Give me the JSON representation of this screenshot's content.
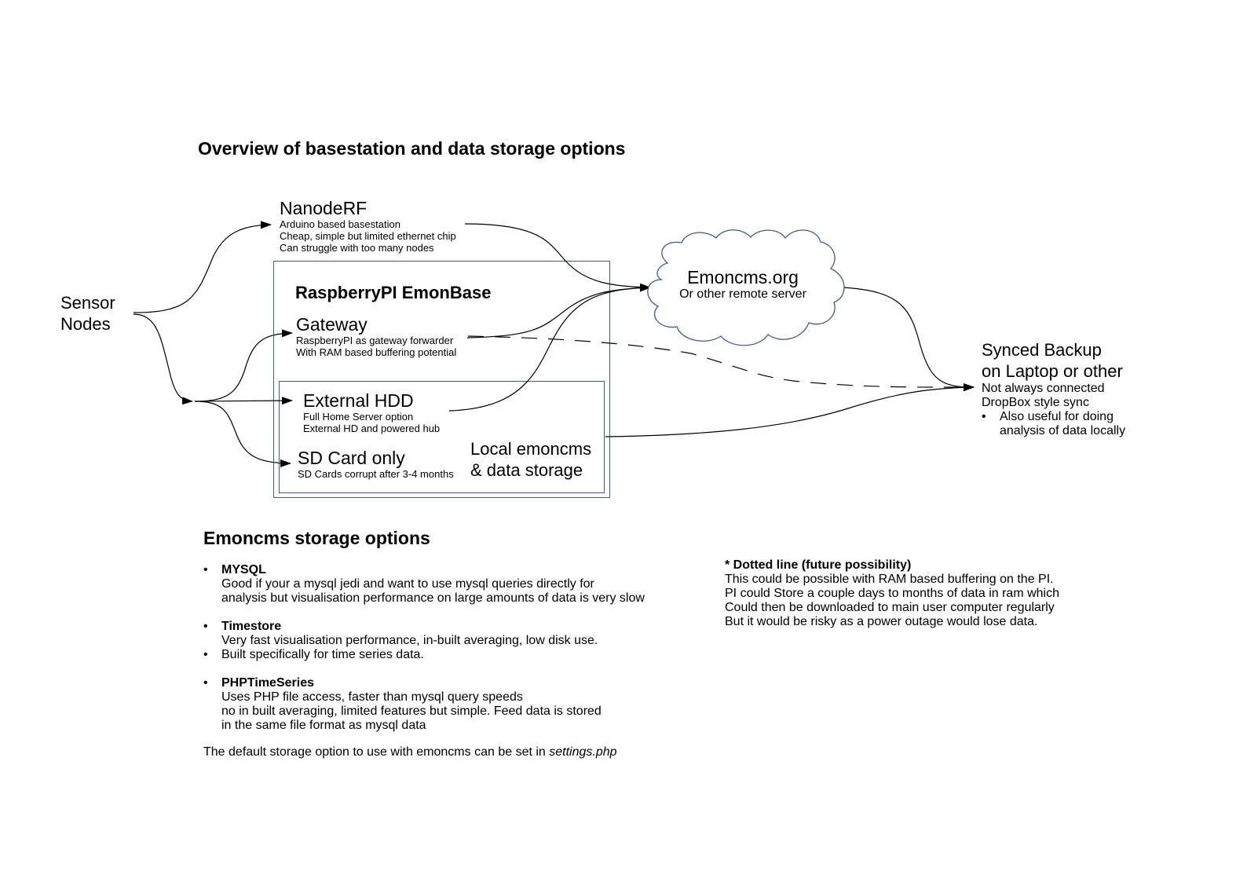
{
  "title": "Overview of basestation and data storage options",
  "sensor_nodes": {
    "line1": "Sensor",
    "line2": "Nodes"
  },
  "nanoderf": {
    "title": "NanodeRF",
    "lines": [
      "Arduino based basestation",
      "Cheap, simple but limited ethernet chip",
      "Can struggle with too many nodes"
    ]
  },
  "raspberry": {
    "title": "RaspberryPI EmonBase"
  },
  "gateway": {
    "title": "Gateway",
    "lines": [
      "RaspberryPI as gateway forwarder",
      "With RAM based buffering potential"
    ]
  },
  "external_hdd": {
    "title": "External HDD",
    "lines": [
      "Full Home Server option",
      "External HD and powered hub"
    ]
  },
  "sd_card": {
    "title": "SD Card only",
    "lines": [
      "SD Cards corrupt after 3-4 months"
    ]
  },
  "local_emoncms": {
    "line1": "Local emoncms",
    "line2": "& data storage"
  },
  "emoncms_org": {
    "title": "Emoncms.org",
    "subtitle": "Or other remote server"
  },
  "synced_backup": {
    "line1": "Synced Backup",
    "line2": "on Laptop or other",
    "lines": [
      "Not always connected",
      "DropBox style sync"
    ],
    "bullet": [
      "Also useful for doing",
      "analysis of data locally"
    ]
  },
  "storage": {
    "title": "Emoncms storage options",
    "mysql": {
      "name": "MYSQL",
      "lines": [
        "Good if your a mysql jedi and want to use mysql queries directly for",
        "analysis but visualisation performance on large amounts of data is very slow"
      ]
    },
    "timestore": {
      "name": "Timestore",
      "line1": "Very fast visualisation performance, in-built averaging, low disk use.",
      "bullet2": "Built specifically for time series data."
    },
    "phptimeseries": {
      "name": "PHPTimeSeries",
      "lines": [
        "Uses PHP file access, faster than mysql query speeds",
        "no in built averaging, limited features but simple. Feed data is stored",
        "in the same file format as mysql data"
      ]
    },
    "default_text": "The default storage option to use with emoncms can be set in ",
    "default_file": "settings.php"
  },
  "dotted": {
    "title": "* Dotted line (future possibility)",
    "lines": [
      "This could be possible with RAM based buffering on the PI.",
      "PI could Store a couple days to months of data in ram which",
      "Could then be downloaded to main user computer regularly",
      "But it would be risky as a power outage would lose data."
    ]
  },
  "colors": {
    "box_border": "#3d5f8c",
    "line": "#000000"
  }
}
